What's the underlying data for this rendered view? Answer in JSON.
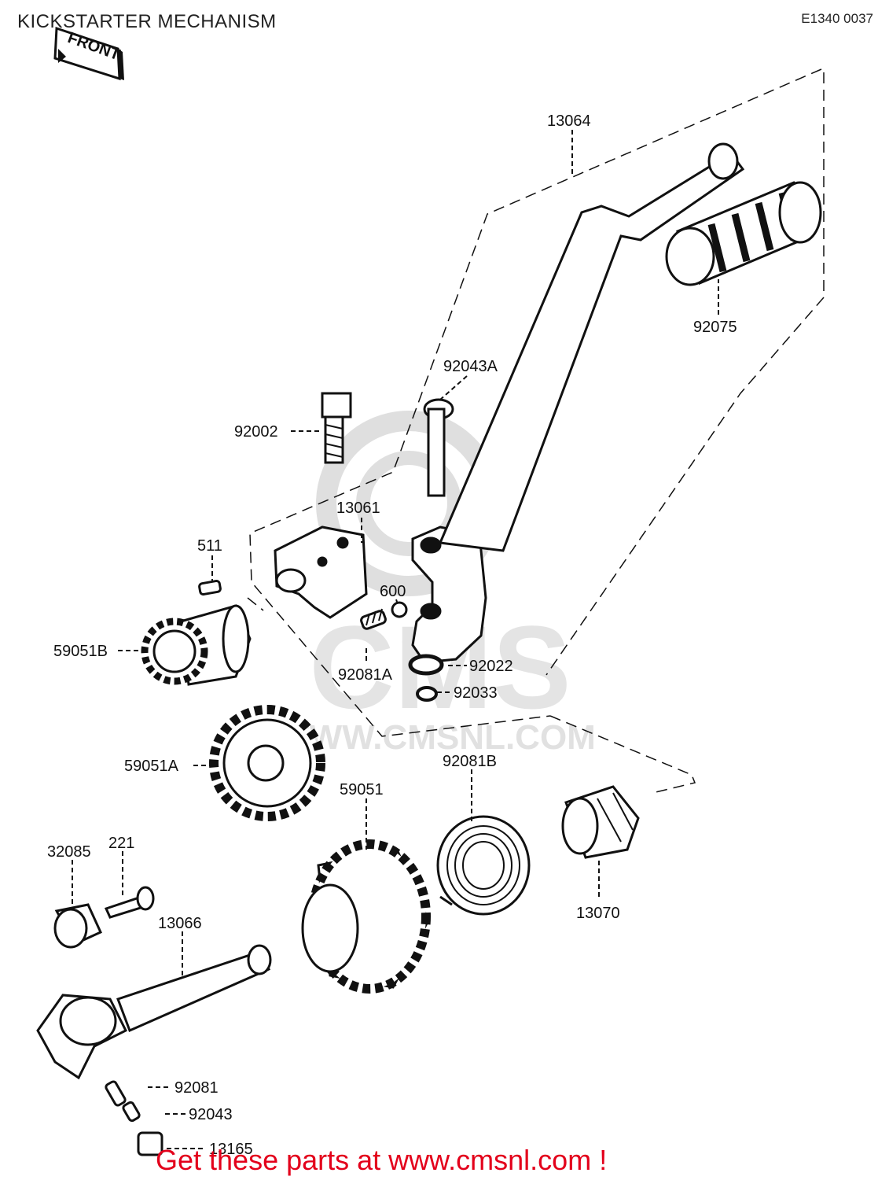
{
  "header": {
    "title": "KICKSTARTER MECHANISM",
    "code": "E1340 0037",
    "front_badge": "FRONT"
  },
  "watermark": {
    "text": "WWW.CMSNL.COM",
    "logo": "CMS"
  },
  "footer": {
    "promo": "Get these parts at www.cmsnl.com !"
  },
  "parts": {
    "p13064": "13064",
    "p92075": "92075",
    "p92043A": "92043A",
    "p92002": "92002",
    "p13061": "13061",
    "p511": "511",
    "p600": "600",
    "p59051B": "59051B",
    "p92081A": "92081A",
    "p92022": "92022",
    "p92033": "92033",
    "p59051A": "59051A",
    "p92081B": "92081B",
    "p59051": "59051",
    "p13070": "13070",
    "p32085": "32085",
    "p221": "221",
    "p13066": "13066",
    "p92081": "92081",
    "p92043": "92043",
    "p13165": "13165"
  },
  "colors": {
    "ink": "#111111",
    "watermark": "#d9d9d9",
    "promo": "#e3001b"
  }
}
